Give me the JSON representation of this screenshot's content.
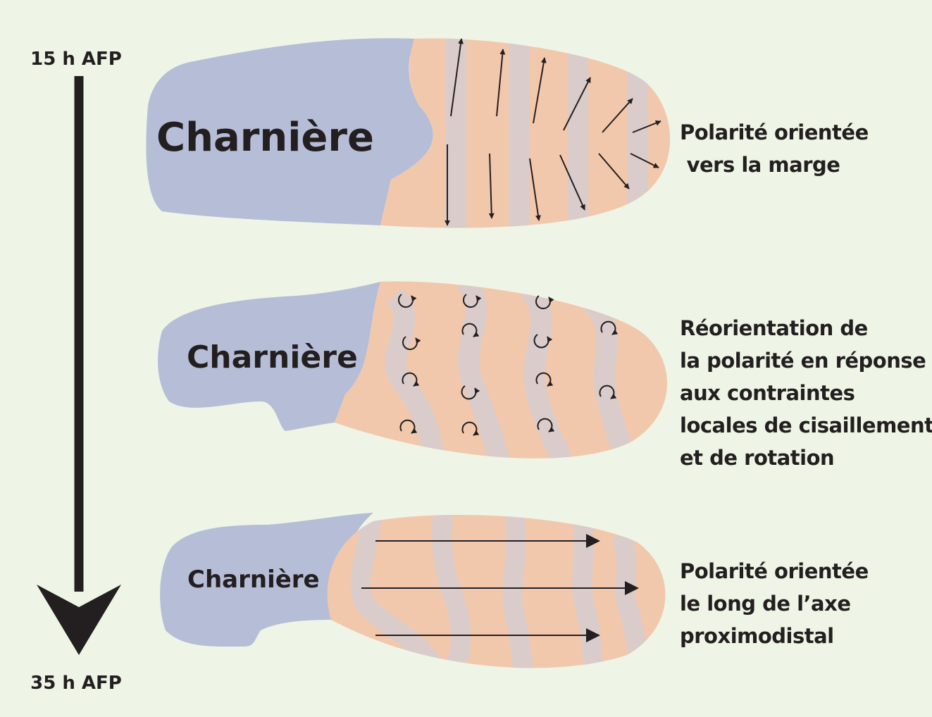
{
  "timeline": {
    "start_label": "15 h AFP",
    "end_label": "35 h AFP"
  },
  "stages": [
    {
      "hinge_label": "Charnière",
      "description": [
        "Polarité orientée",
        " vers la marge"
      ]
    },
    {
      "hinge_label": "Charnière",
      "description": [
        "Réorientation de",
        "la polarité en réponse",
        "aux contraintes",
        "locales de cisaillement",
        "et de rotation"
      ]
    },
    {
      "hinge_label": "Charnière",
      "description": [
        "Polarité orientée",
        "le long de l’axe",
        "proximodistal"
      ]
    }
  ],
  "colors": {
    "background": "#eef5e6",
    "hinge": "#b6bdd6",
    "blade": "#f2c8ac",
    "stripe": "#d9cccb",
    "arrow": "#231f20"
  }
}
